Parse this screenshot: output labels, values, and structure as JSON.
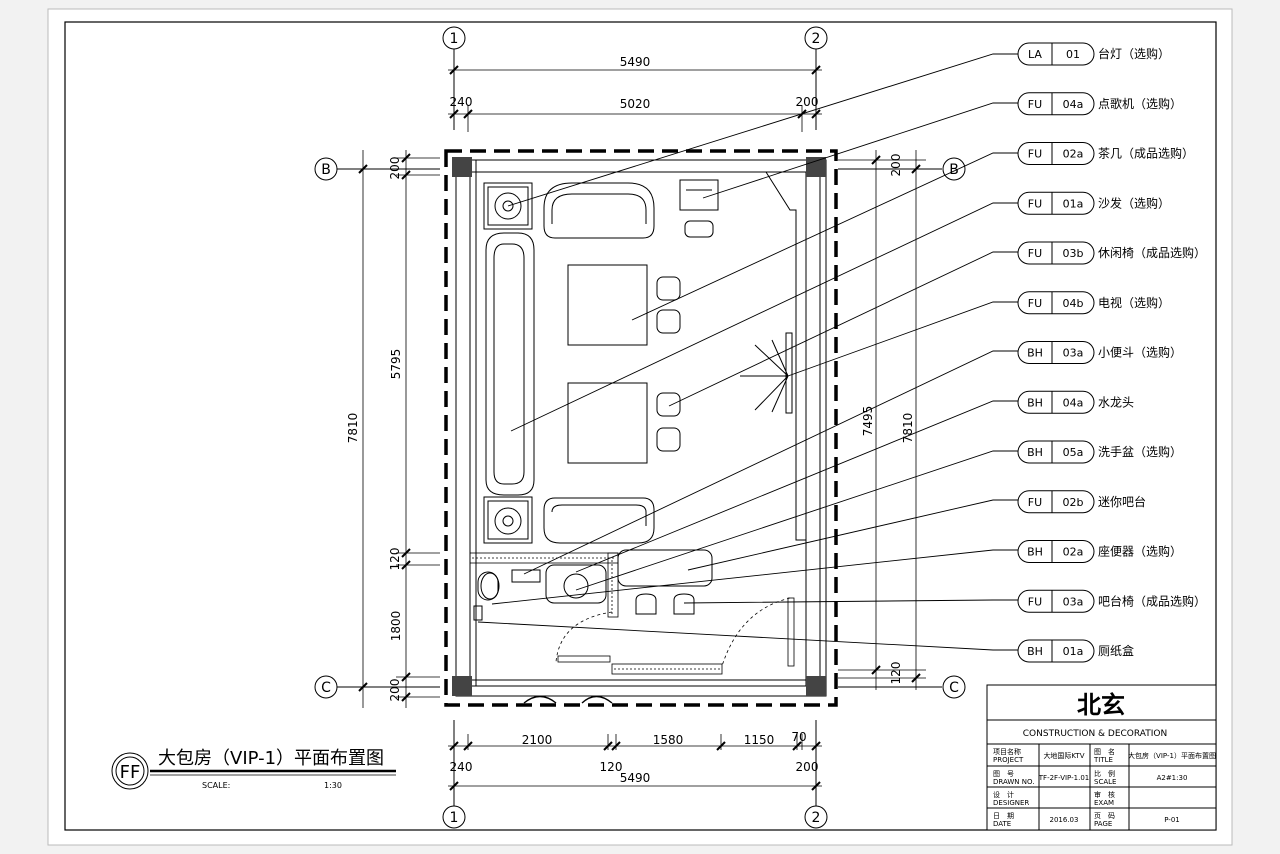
{
  "axes": {
    "col1": "1",
    "col2": "2",
    "rowB": "B",
    "rowC": "C"
  },
  "dims": {
    "top_total": "5490",
    "top_left": "240",
    "top_mid": "5020",
    "top_right": "200",
    "bot_2100": "2100",
    "bot_1580": "1580",
    "bot_1150": "1150",
    "bot_70": "70",
    "bot_left": "240",
    "bot_mid": "120",
    "bot_right": "200",
    "bot_total": "5490",
    "left_200a": "200",
    "left_5795": "5795",
    "left_120": "120",
    "left_1800": "1800",
    "left_200b": "200",
    "left_total": "7810",
    "right_200": "200",
    "right_7495": "7495",
    "right_7810": "7810",
    "right_120": "120"
  },
  "legend": [
    {
      "code": "LA",
      "num": "01",
      "text": "台灯（选购）"
    },
    {
      "code": "FU",
      "num": "04a",
      "text": "点歌机（选购）"
    },
    {
      "code": "FU",
      "num": "02a",
      "text": "茶几（成品选购）"
    },
    {
      "code": "FU",
      "num": "01a",
      "text": "沙发（选购）"
    },
    {
      "code": "FU",
      "num": "03b",
      "text": "休闲椅（成品选购）"
    },
    {
      "code": "FU",
      "num": "04b",
      "text": "电视（选购）"
    },
    {
      "code": "BH",
      "num": "03a",
      "text": "小便斗（选购）"
    },
    {
      "code": "BH",
      "num": "04a",
      "text": "水龙头"
    },
    {
      "code": "BH",
      "num": "05a",
      "text": "洗手盆（选购）"
    },
    {
      "code": "FU",
      "num": "02b",
      "text": "迷你吧台"
    },
    {
      "code": "BH",
      "num": "02a",
      "text": "座便器（选购）"
    },
    {
      "code": "FU",
      "num": "03a",
      "text": "吧台椅（成品选购）"
    },
    {
      "code": "BH",
      "num": "01a",
      "text": "厕纸盒"
    }
  ],
  "drawing": {
    "badge": "FF",
    "title": "大包房（VIP-1）平面布置图",
    "scale_label": "SCALE:",
    "scale_value": "1:30"
  },
  "title_block": {
    "logo": "北玄",
    "company": "CONSTRUCTION & DECORATION",
    "project_cn": "项目名称",
    "project_en": "PROJECT",
    "project_val": "大地国际KTV",
    "title_cn": "图　名",
    "title_en": "TITLE",
    "title_val": "大包房（VIP-1）平面布置图",
    "drawno_cn": "图　号",
    "drawno_en": "DRAWN NO.",
    "drawno_val": "TF-2F-VIP-1.01",
    "scale_cn": "比　例",
    "scale_en": "SCALE",
    "scale_val": "A2#1:30",
    "designer_cn": "设　计",
    "designer_en": "DESIGNER",
    "exam_cn": "审　核",
    "exam_en": "EXAM",
    "date_cn": "日　期",
    "date_en": "DATE",
    "date_val": "2016.03",
    "page_cn": "页　码",
    "page_en": "PAGE",
    "page_val": "P-01"
  }
}
